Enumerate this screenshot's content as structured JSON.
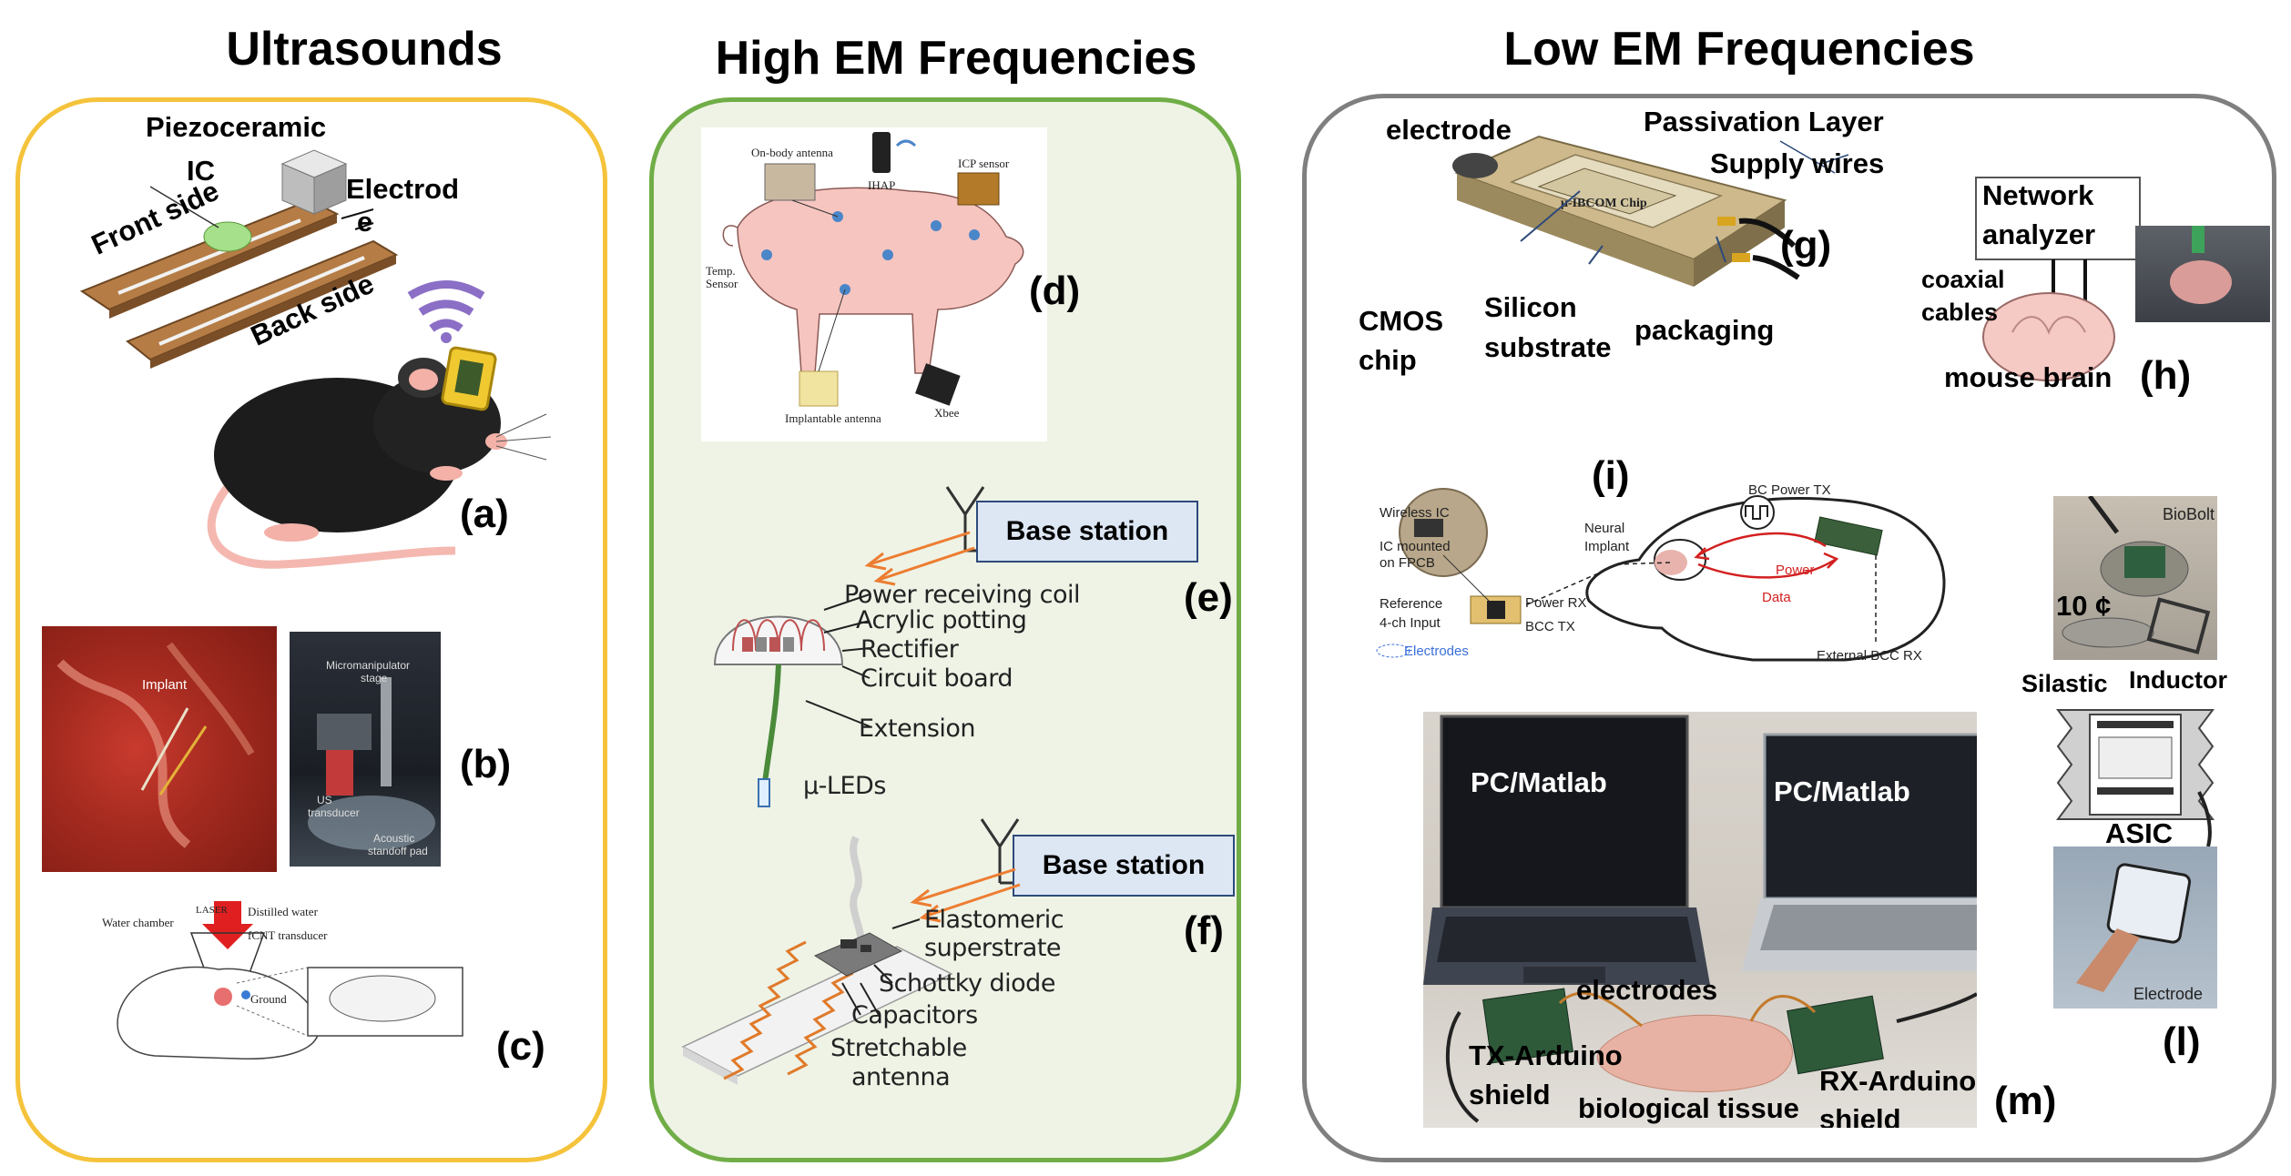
{
  "headings": {
    "ultrasounds": "Ultrasounds",
    "high_em": "High EM Frequencies",
    "low_em": "Low EM Frequencies"
  },
  "colors": {
    "ultrasound_border": "#f5c33b",
    "high_em_border": "#70ad47",
    "high_em_fill": "#eef3e6",
    "low_em_border": "#7f7f7f",
    "base_station_fill": "#dde6f3",
    "arrow_orange": "#ed7d31"
  },
  "ultrasound": {
    "a": {
      "piezoceramic": "Piezoceramic",
      "ic": "IC",
      "electrode_line1": "Electrod",
      "electrode_line2": "e",
      "front_side": "Front side",
      "back_side": "Back side",
      "panel_label": "(a)"
    },
    "b": {
      "implant": "Implant",
      "micromanipulator": "Micromanipulator",
      "stage": "stage",
      "us_transducer_1": "US",
      "us_transducer_2": "transducer",
      "acoustic_1": "Acoustic",
      "acoustic_2": "standoff pad",
      "panel_label": "(b)"
    },
    "c": {
      "water_chamber": "Water chamber",
      "laser": "LASER",
      "distilled_water": "Distilled water",
      "fcnt": "fCNT transducer",
      "ground": "Ground",
      "panel_label": "(c)"
    }
  },
  "high_em": {
    "d": {
      "on_body_antenna": "On-body antenna",
      "ihap": "IHAP",
      "icp_sensor": "ICP sensor",
      "temp_sensor_1": "Temp.",
      "temp_sensor_2": "Sensor",
      "implantable_antenna": "Implantable antenna",
      "xbee": "Xbee",
      "panel_label": "(d)"
    },
    "e": {
      "base_station": "Base station",
      "power_coil": "Power receiving coil",
      "acrylic": "Acrylic potting",
      "rectifier": "Rectifier",
      "circuit_board": "Circuit board",
      "extension": "Extension",
      "leds": "μ-LEDs",
      "panel_label": "(e)"
    },
    "f": {
      "base_station": "Base station",
      "elastomeric_1": "Elastomeric",
      "elastomeric_2": "superstrate",
      "schottky": "Schottky diode",
      "capacitors": "Capacitors",
      "stretchable_1": "Stretchable",
      "stretchable_2": "antenna",
      "panel_label": "(f)"
    }
  },
  "low_em": {
    "g": {
      "electrode": "electrode",
      "passivation": "Passivation Layer",
      "supply": "Supply wires",
      "chip_text": "μ-IBCOM Chip",
      "cmos_1": "CMOS",
      "cmos_2": "chip",
      "silicon_1": "Silicon",
      "silicon_2": "substrate",
      "packaging": "packaging",
      "panel_label": "(g)"
    },
    "h": {
      "network_1": "Network",
      "network_2": "analyzer",
      "coaxial_1": "coaxial",
      "coaxial_2": "cables",
      "mouse_brain": "mouse brain",
      "panel_label": "(h)"
    },
    "i": {
      "wireless_ic": "Wireless IC",
      "ic_mounted_1": "IC mounted",
      "ic_mounted_2": "on FPCB",
      "reference": "Reference",
      "input": "4-ch Input",
      "electrodes": "Electrodes",
      "power_rx": "Power RX",
      "bcc_tx": "BCC TX",
      "neural_1": "Neural",
      "neural_2": "Implant",
      "bc_power_tx": "BC Power TX",
      "power": "Power",
      "data": "Data",
      "external_rx": "External BCC RX",
      "panel_label": "(i)"
    },
    "l": {
      "biobolt": "BioBolt",
      "coin": "10 ¢",
      "silastic": "Silastic",
      "inductor": "Inductor",
      "asic": "ASIC",
      "electrode": "Electrode",
      "panel_label": "(l)"
    },
    "m": {
      "pc_left": "PC/Matlab",
      "pc_right": "PC/Matlab",
      "electrodes": "electrodes",
      "tx_1": "TX-Arduino",
      "tx_2": "shield",
      "tissue": "biological tissue",
      "rx_1": "RX-Arduino",
      "rx_2": "shield",
      "panel_label": "(m)"
    }
  }
}
